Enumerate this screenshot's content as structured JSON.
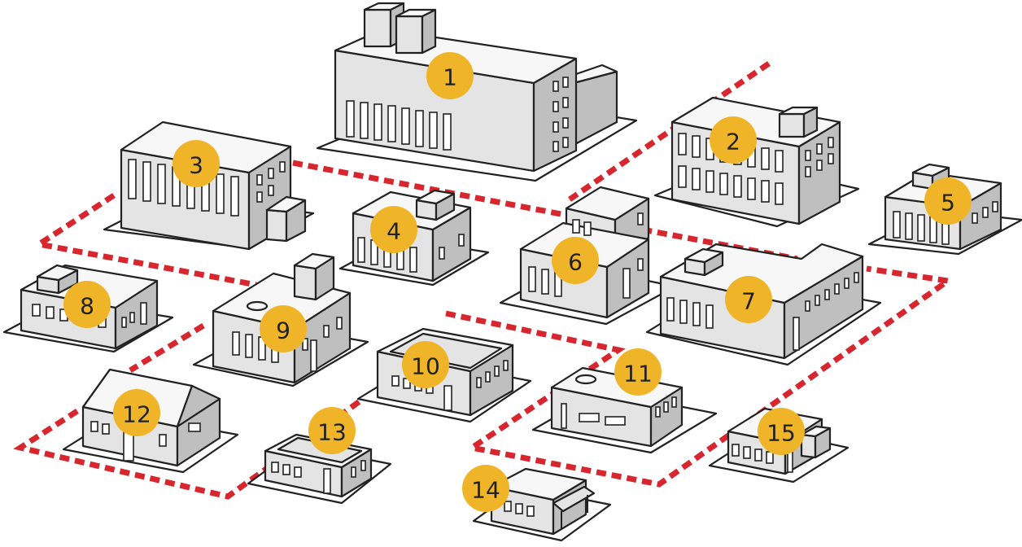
{
  "colors": {
    "badge": "#f0b429",
    "road": "#d7262e"
  },
  "badges": [
    "1",
    "2",
    "3",
    "4",
    "5",
    "6",
    "7",
    "8",
    "9",
    "10",
    "11",
    "12",
    "13",
    "14",
    "15"
  ]
}
